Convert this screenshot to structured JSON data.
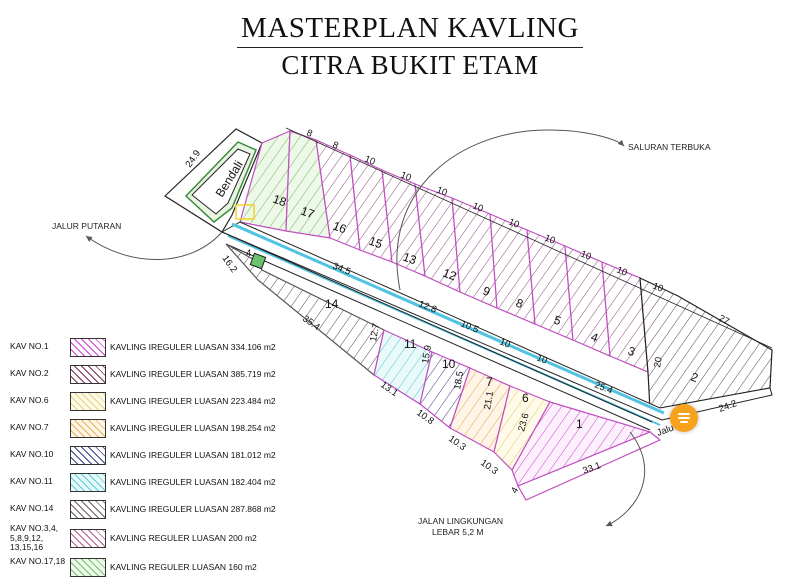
{
  "title": {
    "line1": "MASTERPLAN KAVLING",
    "line2": "CITRA BUKIT ETAM"
  },
  "annotations": {
    "bendali": "Bendali",
    "saluran": "SALURAN TERBUKA",
    "jalur_putaran": "JALUR PUTARAN",
    "jalan_line1": "JALAN LINGKUNGAN",
    "jalan_line2": "LEBAR 5,2 M",
    "jalur_short": "Jalu"
  },
  "kavling_numbers": [
    "1",
    "2",
    "3",
    "4",
    "5",
    "6",
    "7",
    "8",
    "9",
    "10",
    "11",
    "12",
    "13",
    "14",
    "15",
    "16",
    "17",
    "18"
  ],
  "dimensions": {
    "top_8a": "8",
    "top_8b": "8",
    "top_10_1": "10",
    "top_10_2": "10",
    "top_10_3": "10",
    "top_10_4": "10",
    "top_10_5": "10",
    "top_10_6": "10",
    "top_10_7": "10",
    "top_10_8": "10",
    "top_10_9": "10",
    "right_27": "27",
    "end_24_2": "24.2",
    "left_24_9": "24.9",
    "left_16_2": "16.2",
    "left_4": "4",
    "left_35_4": "35.4",
    "road_34_5": "34.5",
    "road_12_8": "12.8",
    "road_10_5": "10.5",
    "road_10a": "10",
    "road_10b": "10",
    "road_25_4": "25.4",
    "lot_12_7": "12.7",
    "lot_15_9": "15.9",
    "lot_18_5": "18.5",
    "lot_21_1": "21.1",
    "lot_23_6": "23.6",
    "lot_20": "20",
    "bot_13_1": "13.1",
    "bot_10_8": "10.8",
    "bot_10_3a": "10.3",
    "bot_10_3b": "10.3",
    "bot_4": "4",
    "bot_33_1": "33.1"
  },
  "legend": [
    {
      "code": "KAV NO.1",
      "desc": "KAVLING IREGULER LUASAN 334.106 m2",
      "color": "#d23ad2"
    },
    {
      "code": "KAV NO.2",
      "desc": "KAVLING IREGULER LUASAN 385.719 m2",
      "color": "#7a2b55"
    },
    {
      "code": "KAV NO.6",
      "desc": "KAVLING IREGULER LUASAN 223.484 m2",
      "color": "#e0d27a"
    },
    {
      "code": "KAV NO.7",
      "desc": "KAVLING IREGULER LUASAN 198.254 m2",
      "color": "#e7b35b"
    },
    {
      "code": "KAV NO.10",
      "desc": "KAVLING IREGULER LUASAN 181.012 m2",
      "color": "#3b3f8a"
    },
    {
      "code": "KAV NO.11",
      "desc": "KAVLING IREGULER LUASAN 182.404 m2",
      "color": "#4fd0d8"
    },
    {
      "code": "KAV NO.14",
      "desc": "KAVLING IREGULER LUASAN 287.868 m2",
      "color": "#6e5a6a"
    },
    {
      "code": "KAV NO.3,4, 5,8,9,12, 13,15,16",
      "desc": "KAVLING REGULER LUASAN 200 m2",
      "color": "#b05a8a"
    },
    {
      "code": "KAV NO.17,18",
      "desc": "KAVLING REGULER LUASAN 160 m2",
      "color": "#6cc26c"
    }
  ]
}
